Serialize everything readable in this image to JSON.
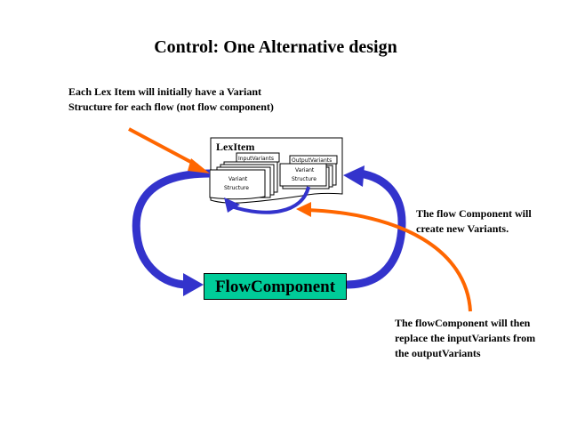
{
  "title": "Control: One Alternative design",
  "notes": {
    "lex_item_note": [
      "Each Lex Item will initially have a Variant",
      "Structure for each flow (not flow component)"
    ],
    "create_note": [
      "The flow Component will",
      "create new Variants."
    ],
    "replace_note": [
      "The flowComponent will then",
      "replace the inputVariants from",
      "the outputVariants"
    ]
  },
  "lex_item": {
    "label": "LexItem",
    "input_variants_label": "InputVariants",
    "output_variants_label": "OutputVariants",
    "input_structure_lines": [
      "Variant",
      "Structure"
    ],
    "output_structure_lines": [
      "Variant",
      "Structure"
    ]
  },
  "flow_component": {
    "label": "FlowComponent"
  },
  "colors": {
    "blue_arrow": "#3333cc",
    "orange_arrow": "#ff6600",
    "flow_component_fill": "#00cc99"
  }
}
